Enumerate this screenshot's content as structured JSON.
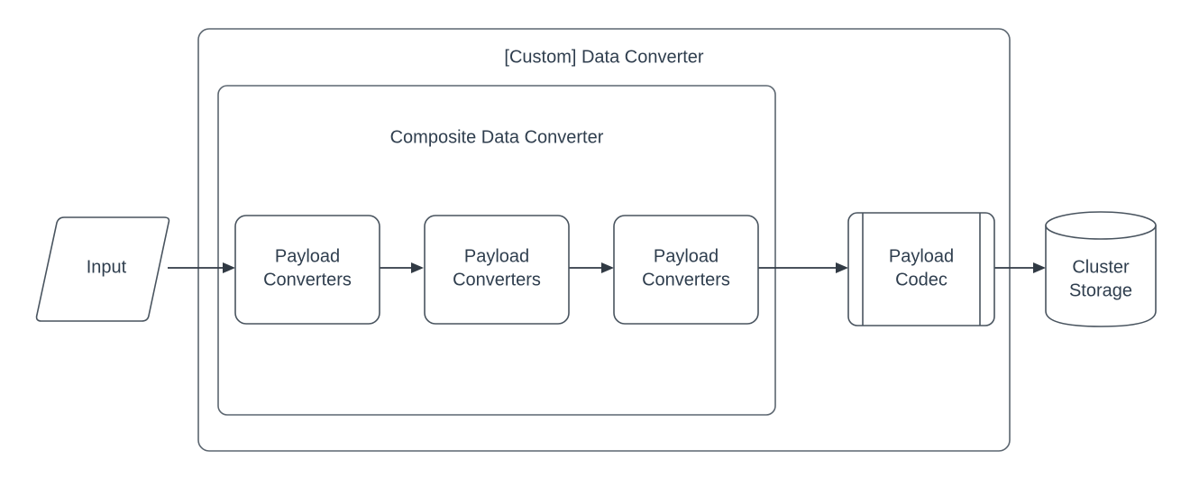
{
  "diagram": {
    "type": "flowchart",
    "title": "[Custom] Data Converter",
    "background_color": "#ffffff",
    "stroke_color": "#49545f",
    "text_color": "#2f3e4e",
    "containers": [
      {
        "id": "custom-data-converter",
        "label": "[Custom] Data Converter",
        "shape": "rounded-rectangle"
      },
      {
        "id": "composite-data-converter",
        "label": "Composite Data Converter",
        "shape": "rounded-rectangle"
      }
    ],
    "nodes": [
      {
        "id": "input",
        "label": "Input",
        "shape": "parallelogram"
      },
      {
        "id": "payload-converters-1",
        "label_line1": "Payload",
        "label_line2": "Converters",
        "shape": "rounded-rectangle"
      },
      {
        "id": "payload-converters-2",
        "label_line1": "Payload",
        "label_line2": "Converters",
        "shape": "rounded-rectangle"
      },
      {
        "id": "payload-converters-3",
        "label_line1": "Payload",
        "label_line2": "Converters",
        "shape": "rounded-rectangle"
      },
      {
        "id": "payload-codec",
        "label_line1": "Payload",
        "label_line2": "Codec",
        "shape": "predefined-process"
      },
      {
        "id": "cluster-storage",
        "label_line1": "Cluster",
        "label_line2": "Storage",
        "shape": "cylinder"
      }
    ],
    "edges": [
      {
        "from": "input",
        "to": "payload-converters-1",
        "style": "solid-arrow"
      },
      {
        "from": "payload-converters-1",
        "to": "payload-converters-2",
        "style": "solid-arrow"
      },
      {
        "from": "payload-converters-2",
        "to": "payload-converters-3",
        "style": "solid-arrow"
      },
      {
        "from": "payload-converters-3",
        "to": "payload-codec",
        "style": "solid-arrow"
      },
      {
        "from": "payload-codec",
        "to": "cluster-storage",
        "style": "solid-arrow"
      }
    ]
  }
}
